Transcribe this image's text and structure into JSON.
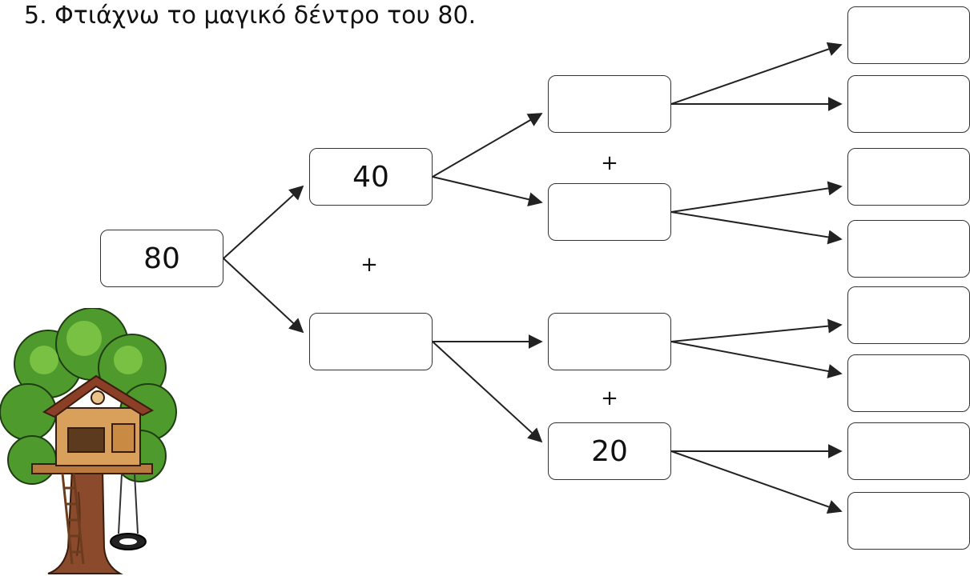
{
  "title": "5. Φτιάχνω το μαγικό δέντρο του 80.",
  "nodes": [
    {
      "id": "root",
      "value": "80"
    },
    {
      "id": "l1-top",
      "value": "40"
    },
    {
      "id": "l1-bottom",
      "value": ""
    },
    {
      "id": "l2-a",
      "value": ""
    },
    {
      "id": "l2-b",
      "value": ""
    },
    {
      "id": "l2-c",
      "value": ""
    },
    {
      "id": "l2-d",
      "value": "20"
    },
    {
      "id": "l3-1",
      "value": ""
    },
    {
      "id": "l3-2",
      "value": ""
    },
    {
      "id": "l3-3",
      "value": ""
    },
    {
      "id": "l3-4",
      "value": ""
    },
    {
      "id": "l3-5",
      "value": ""
    },
    {
      "id": "l3-6",
      "value": ""
    },
    {
      "id": "l3-7",
      "value": ""
    },
    {
      "id": "l3-8",
      "value": ""
    }
  ],
  "edges": [
    [
      "root",
      "l1-top"
    ],
    [
      "root",
      "l1-bottom"
    ],
    [
      "l1-top",
      "l2-a"
    ],
    [
      "l1-top",
      "l2-b"
    ],
    [
      "l1-bottom",
      "l2-c"
    ],
    [
      "l1-bottom",
      "l2-d"
    ],
    [
      "l2-a",
      "l3-1"
    ],
    [
      "l2-a",
      "l3-2"
    ],
    [
      "l2-b",
      "l3-3"
    ],
    [
      "l2-b",
      "l3-4"
    ],
    [
      "l2-c",
      "l3-5"
    ],
    [
      "l2-c",
      "l3-6"
    ],
    [
      "l2-d",
      "l3-7"
    ],
    [
      "l2-d",
      "l3-8"
    ]
  ],
  "plus_signs": [
    "+",
    "+",
    "+"
  ],
  "colors": {
    "stroke": "#333333",
    "foliage": "#4f9a2c",
    "trunk": "#8b4a2b",
    "house": "#d9a05b"
  },
  "illustration": "treehouse-icon"
}
